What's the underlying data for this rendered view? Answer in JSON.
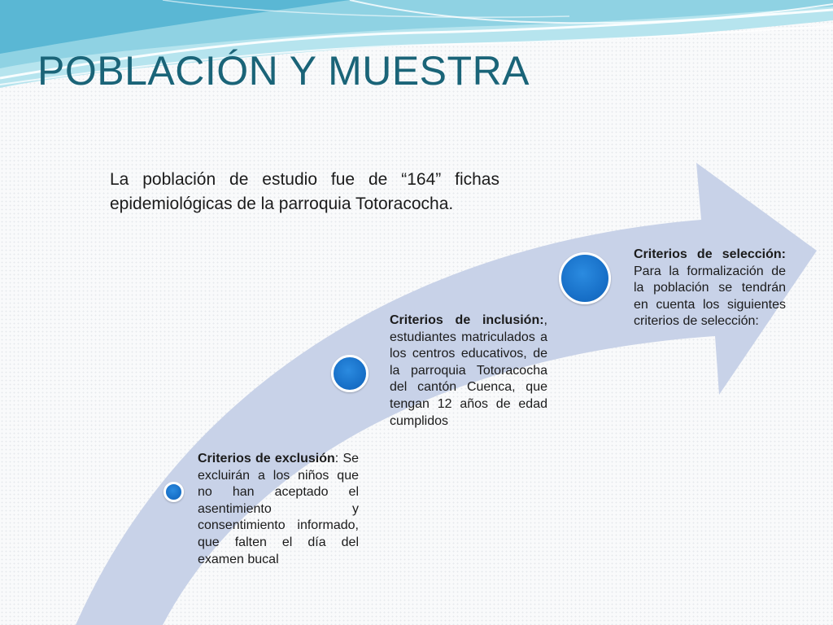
{
  "slide": {
    "title": "POBLACIÓN Y MUESTRA",
    "intro_text": "La población de estudio fue de “164” fichas epidemiológicas de la parroquia Totoracocha."
  },
  "criteria": [
    {
      "label": "Criterios de exclusión",
      "separator": ": ",
      "text": "Se excluirán a los niños que no han aceptado el asentimiento y consentimiento informado, que falten el día del examen bucal"
    },
    {
      "label": "Criterios de inclusión:",
      "separator": ", ",
      "text": "estudiantes matriculados a los centros educativos, de la parroquia Totoracocha del cantón Cuenca, que tengan 12 años de edad cumplidos"
    },
    {
      "label": "Criterios de selección:",
      "separator": " ",
      "text": "Para la formalización de la población se tendrán en cuenta los siguientes criterios de selección:"
    }
  ],
  "colors": {
    "title": "#1a6478",
    "arrow": "#c8d2e8",
    "node": "#1a73c9",
    "wave_dark": "#5ab7d4",
    "wave_light": "#b6e4ee"
  }
}
